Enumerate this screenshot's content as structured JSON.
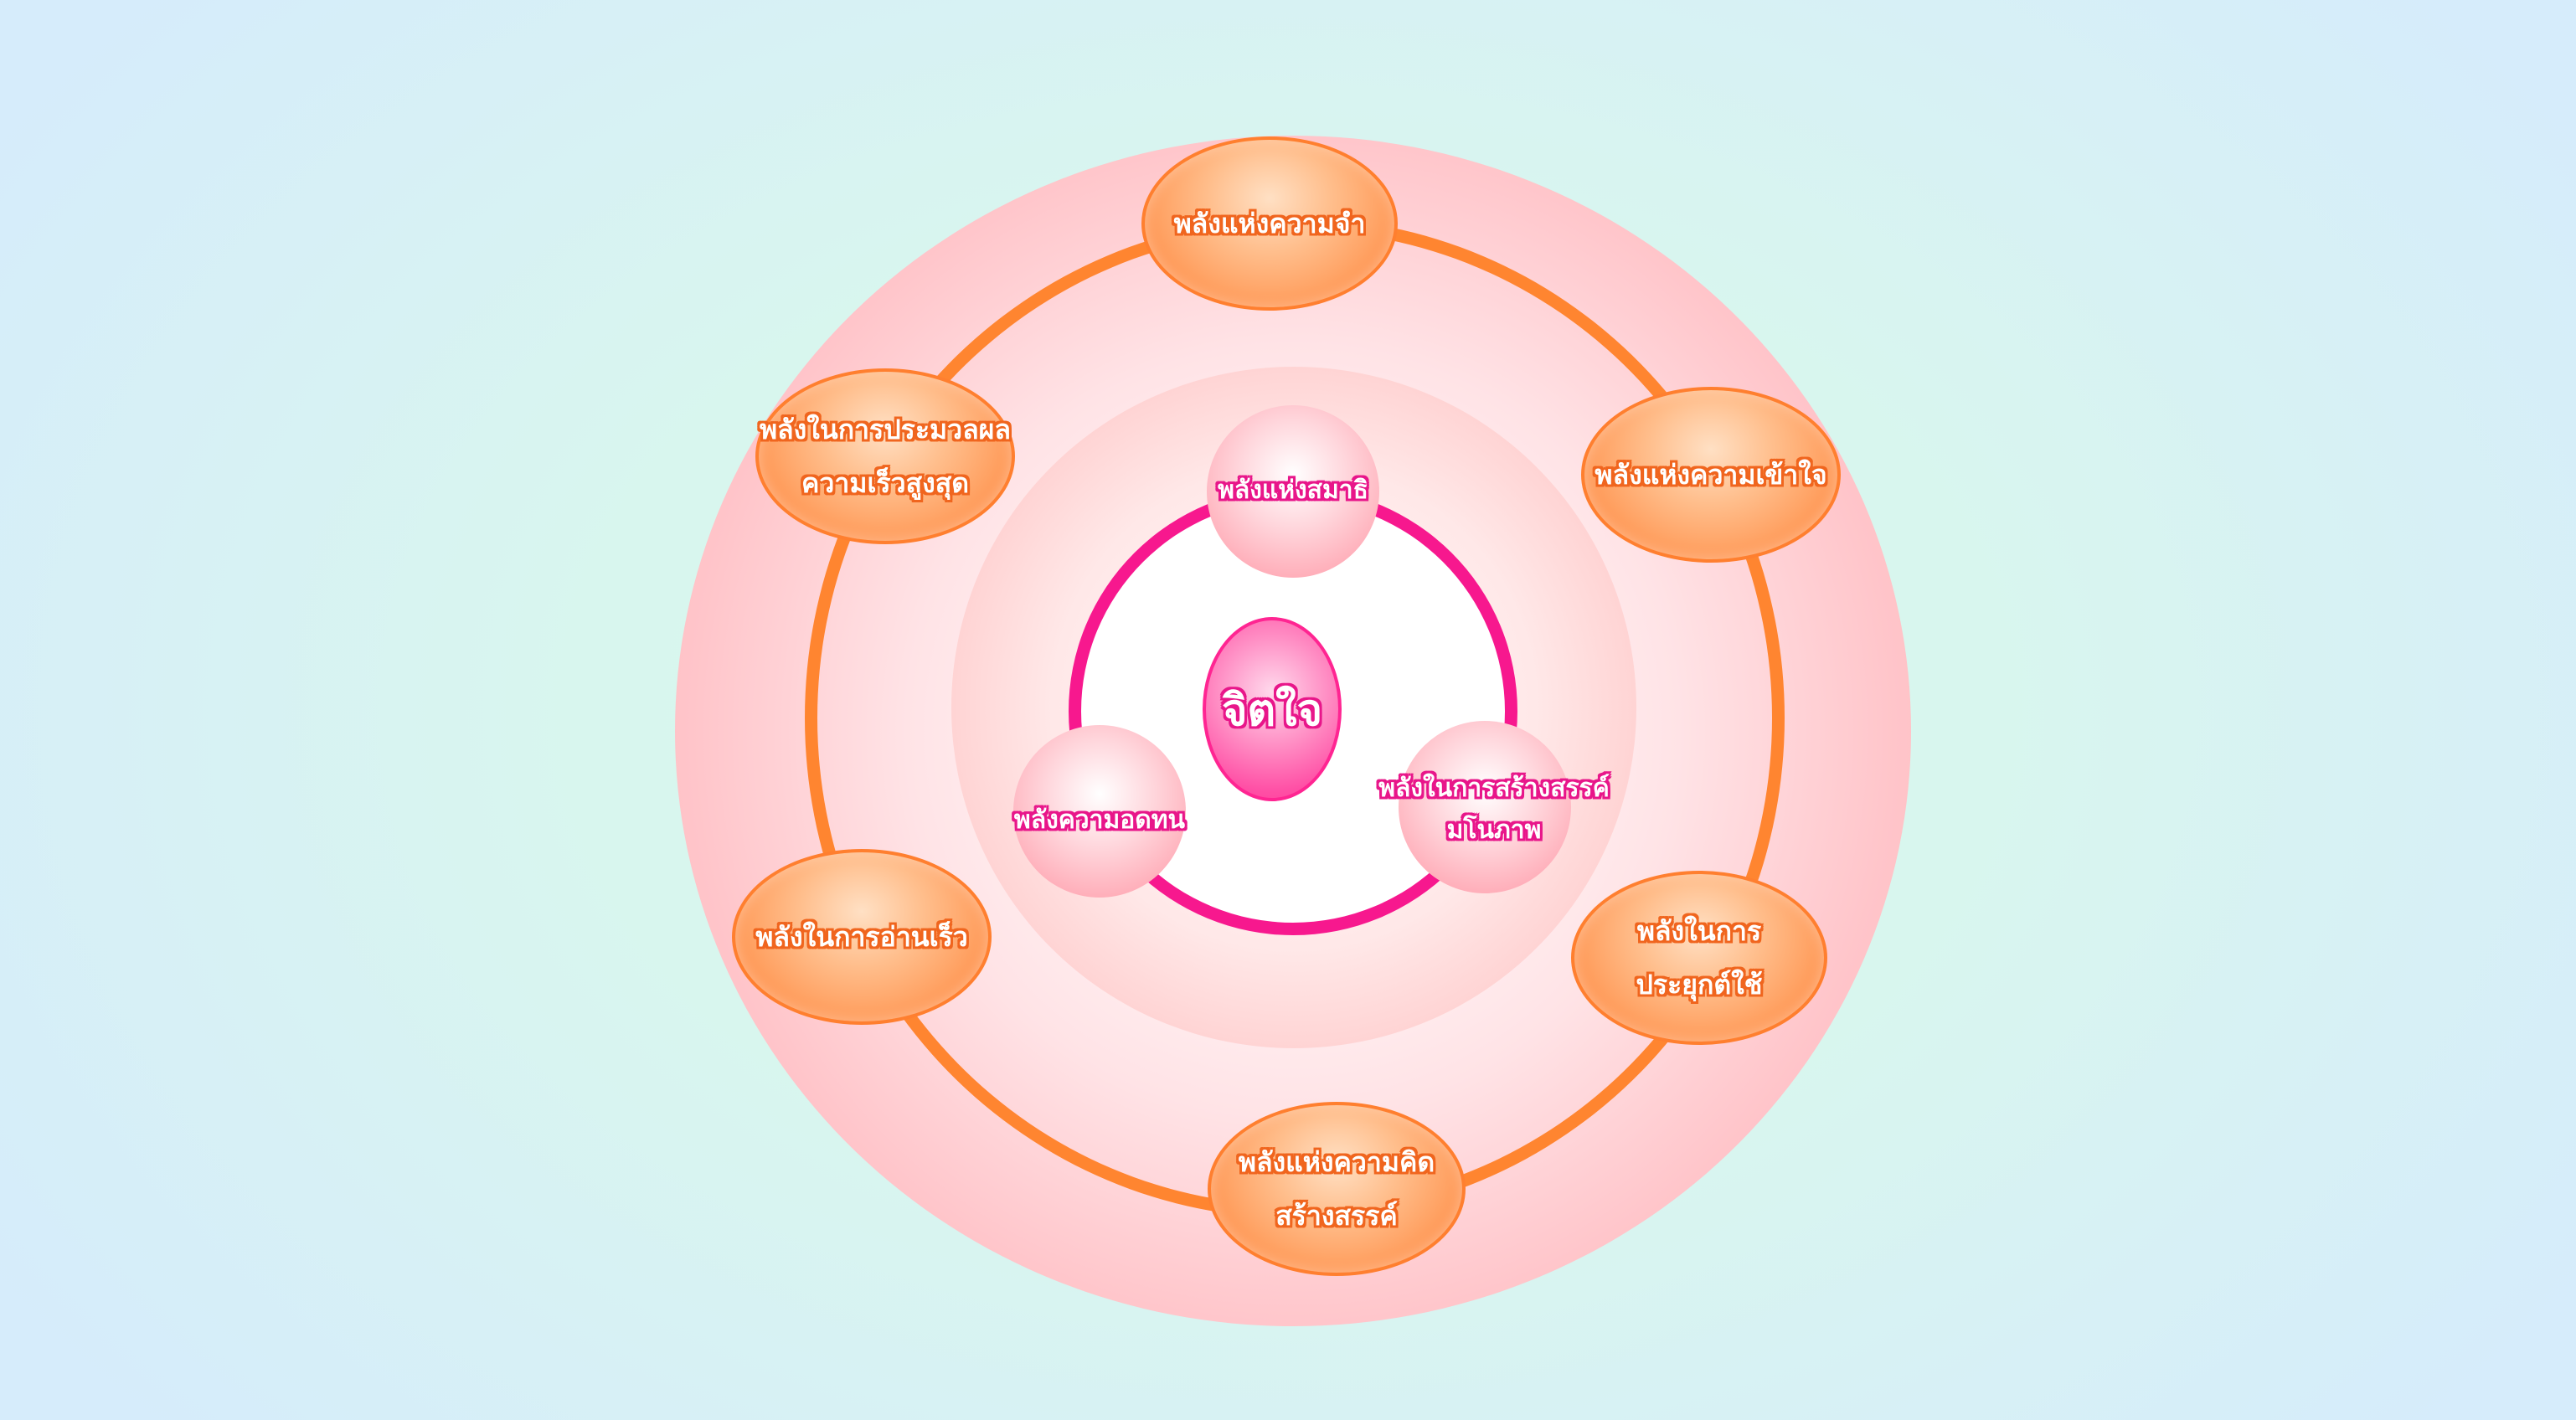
{
  "center": {
    "label": "จิตใจ"
  },
  "inner_nodes": {
    "top": {
      "label": "พลังแห่งสมาธิ"
    },
    "left": {
      "label": "พลังความอดทน"
    },
    "right": {
      "line1": "พลังในการสร้างสรรค์",
      "line2": "มโนภาพ"
    }
  },
  "outer_nodes": {
    "memory": {
      "line1": "พลังแห่งความจำ"
    },
    "understanding": {
      "line1": "พลังแห่งความเข้าใจ"
    },
    "application": {
      "line1": "พลังในการ",
      "line2": "ประยุกต์ใช้"
    },
    "creative_thinking": {
      "line1": "พลังแห่งความคิด",
      "line2": "สร้างสรรค์"
    },
    "speed_reading": {
      "line1": "พลังในการอ่านเร็ว"
    },
    "processing": {
      "line1": "พลังในการประมวลผล",
      "line2": "ความเร็วสูงสุด"
    }
  },
  "colors": {
    "orange_ring": "#ff8530",
    "magenta_ring": "#f7188e",
    "orange_text_outline": "#f0651e",
    "pink_text_outline": "#e8168a"
  }
}
